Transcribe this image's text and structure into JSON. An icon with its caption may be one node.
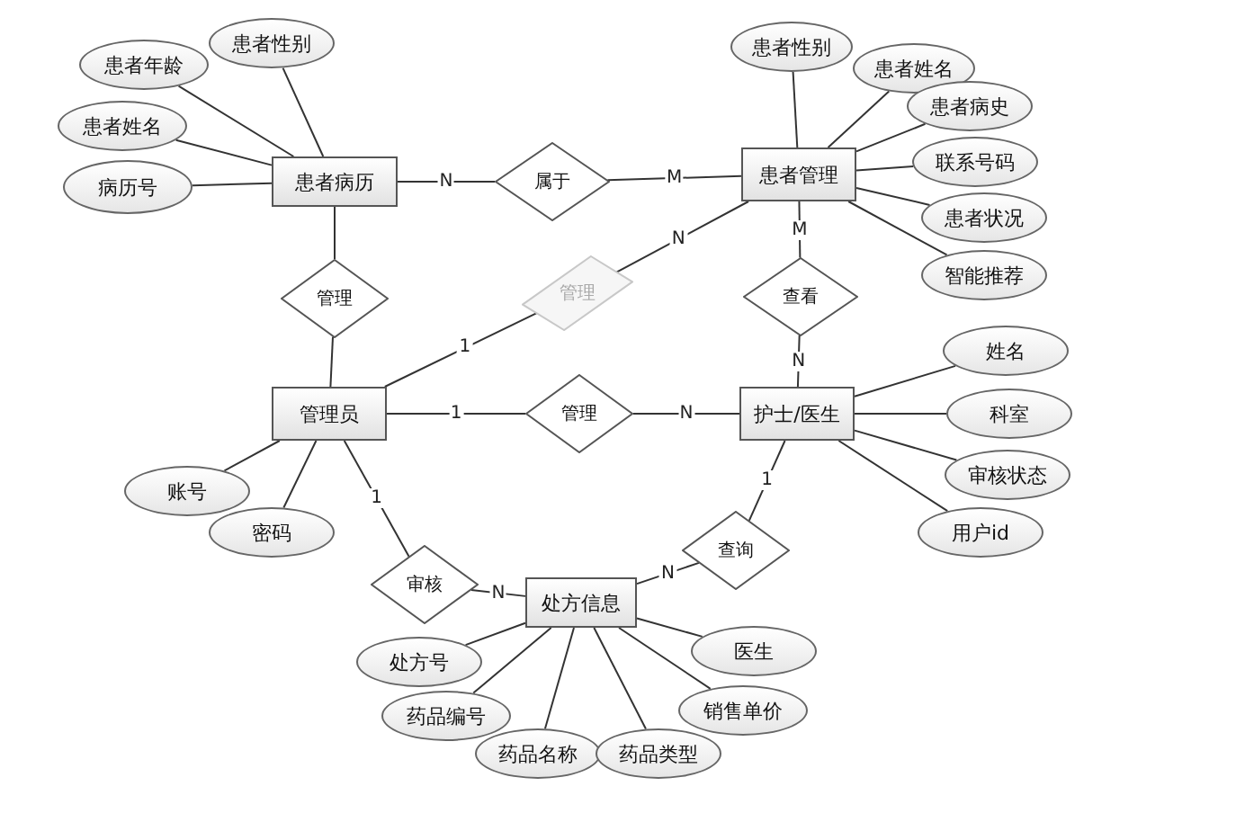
{
  "diagram": {
    "nodes": [
      {
        "text": [
          "患者病历"
        ]
      },
      {
        "text": [
          "病历号"
        ]
      },
      {
        "text": [
          "患者姓名"
        ]
      },
      {
        "text": [
          "患者年龄"
        ]
      },
      {
        "text": [
          "患者性别"
        ]
      },
      {
        "text": [
          "属于"
        ]
      },
      {
        "text": [
          "患者管理"
        ]
      },
      {
        "text": [
          "患者性别"
        ]
      },
      {
        "text": [
          "患者姓名"
        ]
      },
      {
        "text": [
          "患者病史"
        ]
      },
      {
        "text": [
          "联系号码"
        ]
      },
      {
        "text": [
          "患者状况"
        ]
      },
      {
        "text": [
          "智能推荐"
        ]
      },
      {
        "text": [
          "管理"
        ]
      },
      {
        "text": [
          "管理员"
        ]
      },
      {
        "text": [
          "管理"
        ]
      },
      {
        "text": [
          "查看"
        ]
      },
      {
        "text": [
          "护士/医生"
        ]
      },
      {
        "text": [
          "管理"
        ]
      },
      {
        "text": [
          "姓名"
        ]
      },
      {
        "text": [
          "科室"
        ]
      },
      {
        "text": [
          "审核状态"
        ]
      },
      {
        "text": [
          "用户id"
        ]
      },
      {
        "text": [
          "账号"
        ]
      },
      {
        "text": [
          "密码"
        ]
      },
      {
        "text": [
          "审核"
        ]
      },
      {
        "text": [
          "处方信息"
        ]
      },
      {
        "text": [
          "查询"
        ]
      },
      {
        "text": [
          "处方号"
        ]
      },
      {
        "text": [
          "药品编号"
        ]
      },
      {
        "text": [
          "药品名称"
        ]
      },
      {
        "text": [
          "药品类型"
        ]
      },
      {
        "text": [
          "医生"
        ]
      },
      {
        "text": [
          "销售单价"
        ]
      }
    ],
    "edges": [
      {
        "from": 0,
        "to": 1,
        "arrow": "none"
      },
      {
        "from": 0,
        "to": 2,
        "arrow": "none"
      },
      {
        "from": 0,
        "to": 3,
        "arrow": "none"
      },
      {
        "from": 0,
        "to": 4,
        "arrow": "none"
      },
      {
        "from": 0,
        "to": 5,
        "arrow": "none",
        "label": "N"
      },
      {
        "from": 5,
        "to": 6,
        "arrow": "none",
        "label": "M"
      },
      {
        "from": 6,
        "to": 7,
        "arrow": "none"
      },
      {
        "from": 6,
        "to": 8,
        "arrow": "none"
      },
      {
        "from": 6,
        "to": 9,
        "arrow": "none"
      },
      {
        "from": 6,
        "to": 10,
        "arrow": "none"
      },
      {
        "from": 6,
        "to": 11,
        "arrow": "none"
      },
      {
        "from": 6,
        "to": 12,
        "arrow": "none"
      },
      {
        "from": 0,
        "to": 13,
        "arrow": "none"
      },
      {
        "from": 13,
        "to": 14,
        "arrow": "none"
      },
      {
        "from": 14,
        "to": 15,
        "arrow": "none",
        "label": "1"
      },
      {
        "from": 15,
        "to": 6,
        "arrow": "none",
        "label": "N"
      },
      {
        "from": 6,
        "to": 16,
        "arrow": "none",
        "label": "M"
      },
      {
        "from": 16,
        "to": 17,
        "arrow": "none",
        "label": "N"
      },
      {
        "from": 14,
        "to": 18,
        "arrow": "none",
        "label": "1"
      },
      {
        "from": 18,
        "to": 17,
        "arrow": "none",
        "label": "N"
      },
      {
        "from": 17,
        "to": 19,
        "arrow": "none"
      },
      {
        "from": 17,
        "to": 20,
        "arrow": "none"
      },
      {
        "from": 17,
        "to": 21,
        "arrow": "none"
      },
      {
        "from": 17,
        "to": 22,
        "arrow": "none"
      },
      {
        "from": 14,
        "to": 23,
        "arrow": "none"
      },
      {
        "from": 14,
        "to": 24,
        "arrow": "none"
      },
      {
        "from": 14,
        "to": 25,
        "arrow": "none",
        "label": "1"
      },
      {
        "from": 25,
        "to": 26,
        "arrow": "none",
        "label": "N"
      },
      {
        "from": 17,
        "to": 27,
        "arrow": "none",
        "label": "1"
      },
      {
        "from": 27,
        "to": 26,
        "arrow": "none",
        "label": "N"
      },
      {
        "from": 26,
        "to": 28,
        "arrow": "none"
      },
      {
        "from": 26,
        "to": 29,
        "arrow": "none"
      },
      {
        "from": 26,
        "to": 30,
        "arrow": "none"
      },
      {
        "from": 26,
        "to": 31,
        "arrow": "none"
      },
      {
        "from": 26,
        "to": 32,
        "arrow": "none"
      },
      {
        "from": 26,
        "to": 33,
        "arrow": "none"
      }
    ]
  }
}
